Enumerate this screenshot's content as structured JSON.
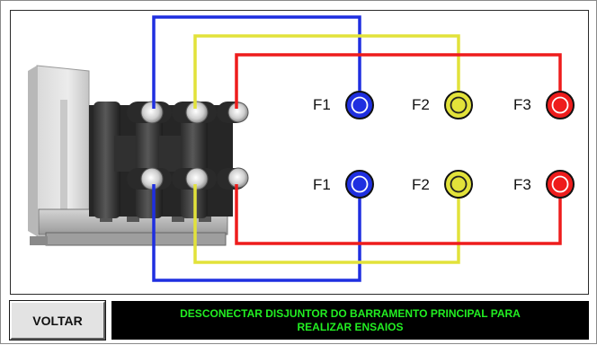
{
  "colors": {
    "phase_blue": "#1f2fe0",
    "phase_yellow": "#e2e23a",
    "phase_red": "#ee1c1c",
    "message_text": "#22ee22",
    "message_background": "#000000"
  },
  "terminals": {
    "top": [
      {
        "label": "F1",
        "phase": "blue"
      },
      {
        "label": "F2",
        "phase": "yellow"
      },
      {
        "label": "F3",
        "phase": "red"
      }
    ],
    "bottom": [
      {
        "label": "F1",
        "phase": "blue"
      },
      {
        "label": "F2",
        "phase": "yellow"
      },
      {
        "label": "F3",
        "phase": "red"
      }
    ]
  },
  "breaker_image": {
    "icon": "circuit-breaker-icon"
  },
  "footer": {
    "back_button_label": "VOLTAR",
    "message": "DESCONECTAR DISJUNTOR DO BARRAMENTO PRINCIPAL PARA\nREALIZAR ENSAIOS"
  }
}
